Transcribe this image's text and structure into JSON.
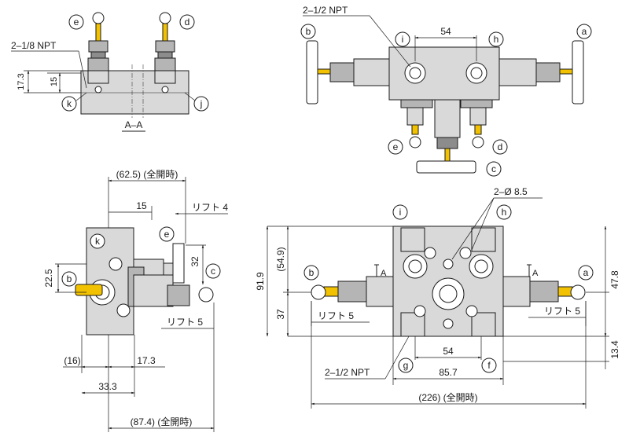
{
  "port_labels": {
    "a": "a",
    "b": "b",
    "c": "c",
    "d": "d",
    "e": "e",
    "f": "f",
    "g": "g",
    "h": "h",
    "i": "i",
    "j": "j",
    "k": "k"
  },
  "section_view": {
    "section_label": "A–A",
    "port_thread": "2–1/8 NPT",
    "dim_173": "17.3",
    "dim_15": "15"
  },
  "top_view": {
    "port_thread": "2–1/2 NPT",
    "dim_54": "54"
  },
  "side_view": {
    "dim_open_width": "(62.5) (全開時)",
    "dim_15": "15",
    "lift_4": "リフト 4",
    "dim_225": "22.5",
    "dim_32": "32",
    "lift_5": "リフト 5",
    "dim_16": "(16)",
    "dim_173": "17.3",
    "dim_333": "33.3",
    "dim_874": "(87.4) (全開時)"
  },
  "front_view": {
    "hole_spec": "2–Ø 8.5",
    "dim_549": "(54.9)",
    "dim_919": "91.9",
    "dim_37": "37",
    "lift_5_left": "リフト 5",
    "lift_5_right": "リフト 5",
    "section_mark": "A",
    "dim_478": "47.8",
    "dim_134": "13.4",
    "dim_54": "54",
    "dim_857": "85.7",
    "port_thread": "2–1/2 NPT",
    "dim_226": "(226) (全開時)"
  }
}
